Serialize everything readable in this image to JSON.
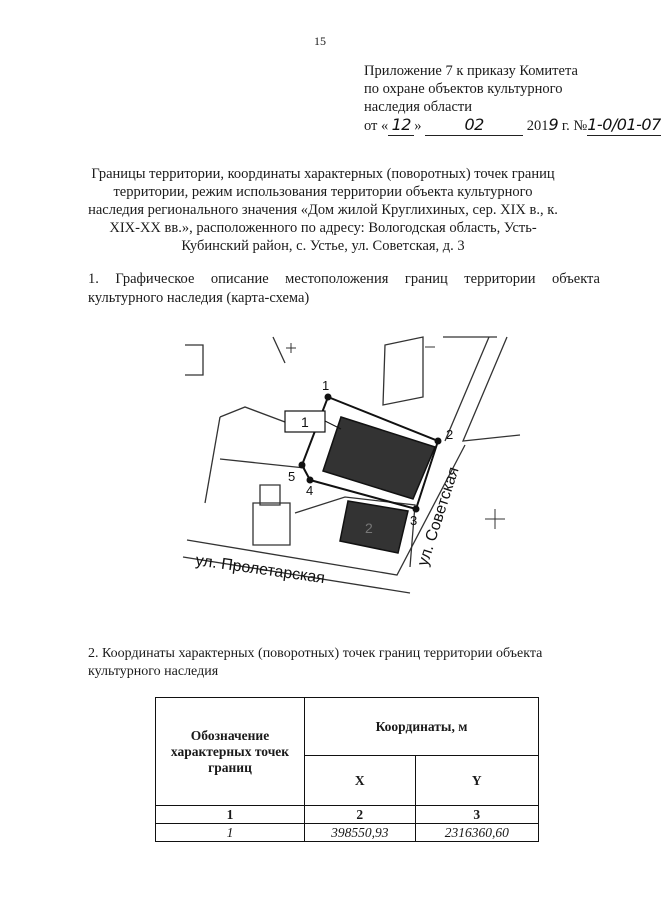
{
  "page_number": "15",
  "appendix": {
    "line1": "Приложение 7 к приказу Комитета",
    "line2": "по охране объектов культурного",
    "line3": "наследия области",
    "date_prefix": "от «",
    "date_day": "12",
    "date_mid": "»",
    "date_month": "02",
    "date_year_prefix": "201",
    "date_year_digit": "9",
    "date_year_suffix": " г. №",
    "order_number": "1-0/01-07"
  },
  "heading": "Границы территории, координаты характерных (поворотных) точек границ территории, режим использования территории объекта культурного наследия регионального значения «Дом жилой Круглихиных, сер. XIX в., к. XIX-XX вв.», расположенного по адресу: Вологодская область, Усть-Кубинский район, с. Устье, ул. Советская, д. 3",
  "section1": "1. Графическое описание местоположения границ территории объекта культурного наследия (карта-схема)",
  "map": {
    "point_labels": [
      "1",
      "2",
      "3",
      "4",
      "5"
    ],
    "object_label": "1",
    "building2_label": "2",
    "street1": "ул. Пролетарская",
    "street2": "ул. Советская"
  },
  "section2": "2. Координаты характерных (поворотных) точек границ территории объекта культурного наследия",
  "table": {
    "header_col1": "Обозначение характерных точек границ",
    "header_coords": "Координаты, м",
    "header_x": "X",
    "header_y": "Y",
    "index_row": [
      "1",
      "2",
      "3"
    ],
    "rows": [
      {
        "point": "1",
        "x": "398550,93",
        "y": "2316360,60"
      }
    ]
  }
}
